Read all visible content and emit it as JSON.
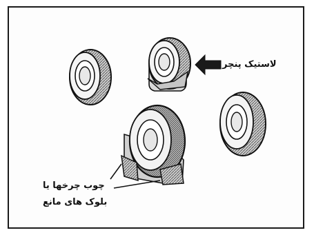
{
  "labels": {
    "flat_tire": "لاستیک پنچر",
    "chock_line1": "چوب چرخها یا",
    "chock_line2": "بلوک های مانع"
  },
  "colors": {
    "ink": "#111111",
    "frame": "#1a1a1a"
  }
}
